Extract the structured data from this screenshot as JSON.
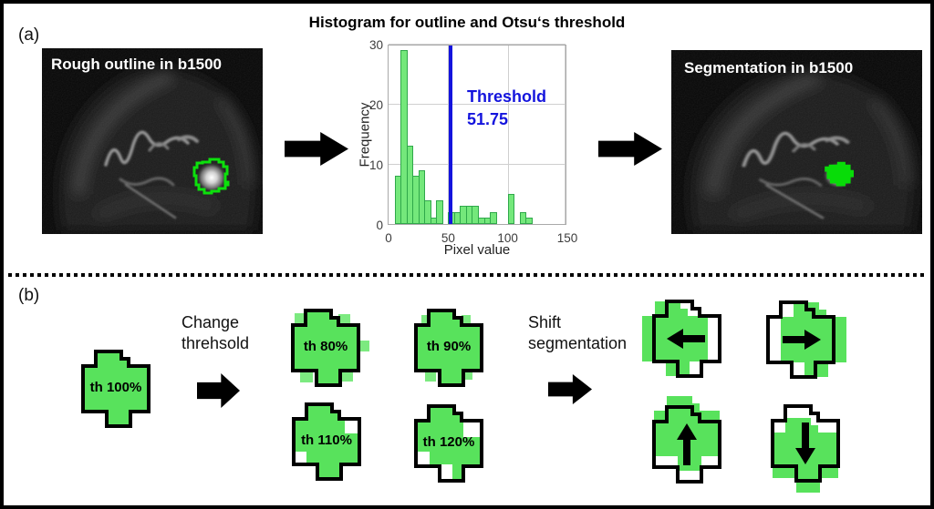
{
  "figure": {
    "panel_a_label": "(a)",
    "panel_b_label": "(b)",
    "title": "Histogram for outline and Otsu‘s threshold"
  },
  "panel_a": {
    "left_image_caption": "Rough outline in b1500",
    "right_image_caption": "Segmentation in b1500"
  },
  "chart_data": {
    "type": "bar",
    "title": "Histogram for outline and Otsu‘s threshold",
    "xlabel": "Pixel value",
    "ylabel": "Frequency",
    "xlim": [
      0,
      150
    ],
    "ylim": [
      0,
      30
    ],
    "xticks": [
      0,
      50,
      100,
      150
    ],
    "yticks": [
      0,
      10,
      20,
      30
    ],
    "grid": true,
    "bin_width": 5,
    "bin_starts": [
      5,
      10,
      15,
      20,
      25,
      30,
      35,
      40,
      50,
      55,
      60,
      65,
      70,
      75,
      80,
      85,
      100,
      110,
      115
    ],
    "counts": [
      8,
      29,
      13,
      8,
      9,
      4,
      1,
      4,
      2,
      2,
      3,
      3,
      3,
      1,
      1,
      2,
      5,
      2,
      1
    ],
    "threshold": {
      "label": "Threshold",
      "value": "51.75",
      "numeric": 51.75,
      "color": "#1414dd"
    },
    "bar_fill": "#74e87b",
    "bar_edge": "#2fa84a"
  },
  "panel_b": {
    "change_label_line1": "Change",
    "change_label_line2": "threhsold",
    "shift_label_line1": "Shift",
    "shift_label_line2": "segmentation",
    "shape_labels": {
      "th100": "th 100%",
      "th80": "th 80%",
      "th90": "th 90%",
      "th110": "th 110%",
      "th120": "th 120%"
    }
  },
  "colors": {
    "segmentation_green": "#58e25c",
    "mri_outline_green": "#0ce00c",
    "mri_fill_green": "#08dc08",
    "threshold_blue": "#1414dd",
    "bar_fill": "#74e87b",
    "bar_edge": "#2fa84a"
  }
}
